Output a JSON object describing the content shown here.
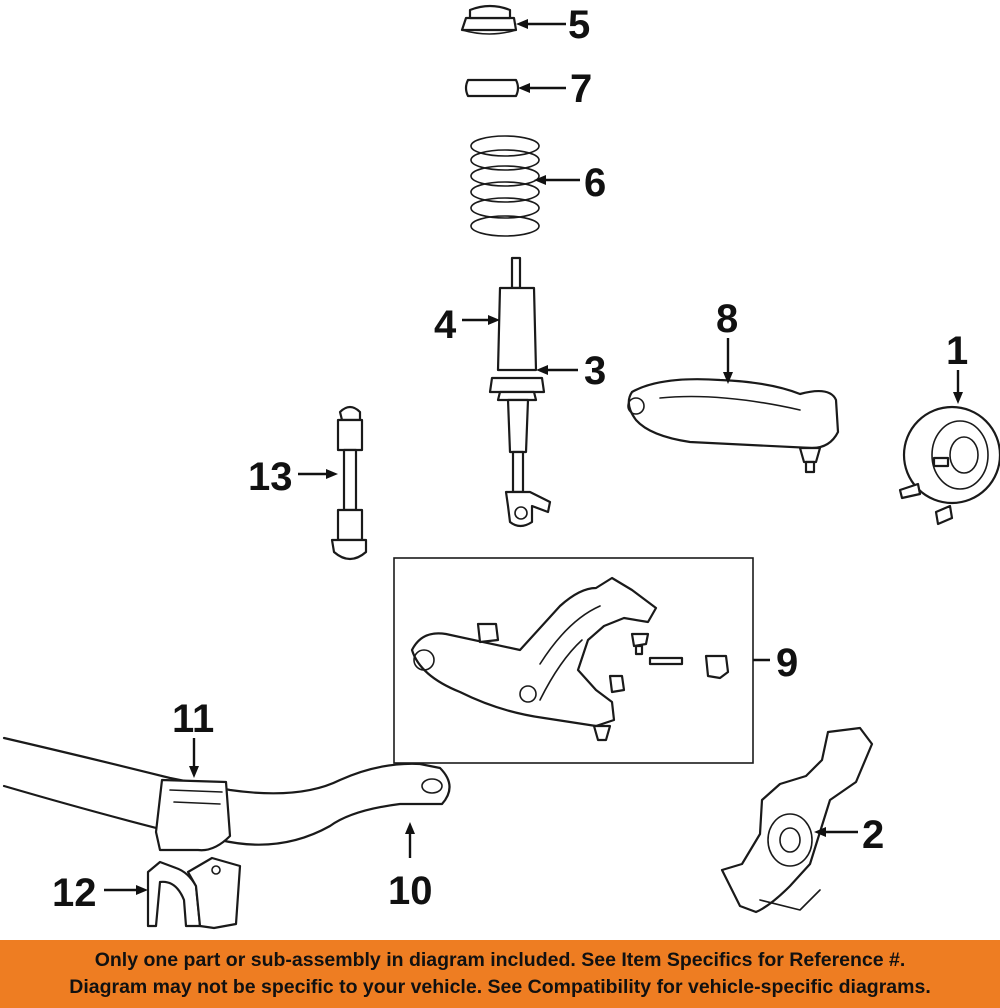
{
  "callouts": {
    "c1": "1",
    "c2": "2",
    "c3": "3",
    "c4": "4",
    "c5": "5",
    "c6": "6",
    "c7": "7",
    "c8": "8",
    "c9": "9",
    "c10": "10",
    "c11": "11",
    "c12": "12",
    "c13": "13"
  },
  "banner": {
    "line1": "Only one part or sub-assembly in diagram included. See Item Specifics for Reference #.",
    "line2": "Diagram may not be specific to your vehicle. See Compatibility for vehicle-specific diagrams."
  },
  "colors": {
    "banner_bg": "#ee7d22",
    "line_art": "#1a1a1a",
    "background": "#ffffff"
  }
}
